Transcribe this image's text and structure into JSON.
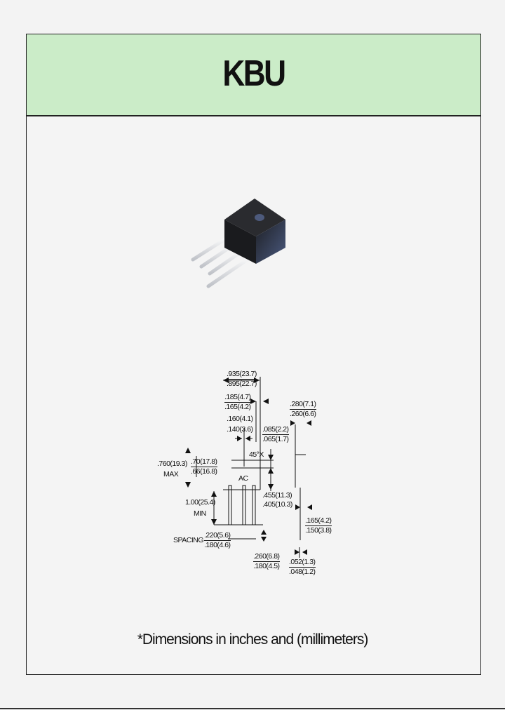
{
  "header": {
    "title": "KBU"
  },
  "drawing": {
    "overall_width": {
      "max": ".935(23.7)",
      "min": ".895(22.7)"
    },
    "lead_offset": {
      "max": ".185(4.7)",
      "min": ".165(4.2)"
    },
    "hole_diameter": {
      "max": ".160(4.1)",
      "min": ".140(3.6)"
    },
    "chamfer": {
      "max": ".085(2.2)",
      "min": ".065(1.7)"
    },
    "chamfer_angle": "45°X",
    "overall_height": {
      "value": ".760(19.3)",
      "note": "MAX"
    },
    "body_height": {
      "max": ".70(17.8)",
      "min": ".66(16.8)"
    },
    "marking": "AC",
    "hole_to_bottom": {
      "max": ".455(11.3)",
      "min": ".405(10.3)"
    },
    "lead_length": {
      "value": "1.00(25.4)",
      "note": "MIN"
    },
    "spacing": {
      "label": "SPACING",
      "max": ".220(5.6)",
      "min": ".180(4.6)"
    },
    "edge_lead": {
      "max": ".260(6.8)",
      "min": ".180(4.5)"
    },
    "thickness": {
      "max": ".280(7.1)",
      "min": ".260(6.6)"
    },
    "lead_bend": {
      "max": ".165(4.2)",
      "min": ".150(3.8)"
    },
    "lead_thickness": {
      "max": ".052(1.3)",
      "min": ".048(1.2)"
    }
  },
  "footer": {
    "note": "*Dimensions in inches and (millimeters)"
  }
}
